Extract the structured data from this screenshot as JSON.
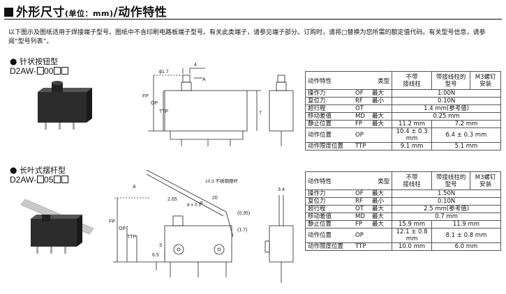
{
  "header": {
    "title_main": "外形尺寸",
    "title_unit": "(单位：mm)",
    "title_rest": "/动作特性",
    "intro": "以下图示及图纸适用于焊接端子型号。图纸中不含印刷电路板端子型号。有关此类端子，请参见端子部分。订购时，请将□替换为您所需的额定值代码。有关型号信息，请参阅“型号列表”。"
  },
  "sections": [
    {
      "bullet": "●",
      "title": "针状按钮型",
      "model_prefix": "D2AW-",
      "model_mid": "00",
      "dims": {
        "d1": "ϕ1.7",
        "d2": "4",
        "a": "A",
        "fp": "FP",
        "op": "OP",
        "ttp": "TTP",
        "seven": "7"
      },
      "table": {
        "head_char": "动作特性",
        "head_type": "类型",
        "col1": [
          "不带",
          "接线柱"
        ],
        "col2": [
          "带接线柱的",
          "型号"
        ],
        "col3": [
          "M3螺钉",
          "安装"
        ],
        "groups": [
          {
            "rows": [
              {
                "k": "操作力",
                "a": "OF",
                "u": "最大"
              },
              {
                "k": "复位力",
                "a": "RF",
                "u": "最小"
              }
            ],
            "merged": [
              "1.00N",
              "0.10N"
            ]
          },
          {
            "rows": [
              {
                "k": "超行程",
                "a": "OT",
                "u": ""
              },
              {
                "k": "移动差值",
                "a": "MD",
                "u": "最大"
              }
            ],
            "merged": [
              "1.4 mm(参考值)",
              "0.25 mm"
            ]
          },
          {
            "rows": [
              {
                "k": "静止位置",
                "a": "FP",
                "u": "最大"
              },
              {
                "k": "动作位置",
                "a": "OP",
                "u": ""
              },
              {
                "k": "动作限度位置",
                "a": "TTP",
                "u": ""
              }
            ],
            "c1": [
              "11.2 mm",
              "10.4 ± 0.3 mm",
              "9.1 mm"
            ],
            "c23": [
              "7.2 mm",
              "6.4 ± 0.3 mm",
              "5.1 mm"
            ]
          }
        ]
      }
    },
    {
      "bullet": "●",
      "title": "长叶式摆杆型",
      "model_prefix": "D2AW-",
      "model_mid": "05",
      "dims": {
        "lever": "10.3 不锈钢摆杆",
        "l20": "20",
        "r": "R",
        "a": "A",
        "d265": "2.65",
        "d8": "8 ± 0.1",
        "d035": "(0.35)",
        "d17": "(1.7)",
        "fp": "FP",
        "op": "OP",
        "ttp": "TTP",
        "d3": "3",
        "d65": "6.5",
        "d34": "3.4"
      },
      "table": {
        "head_char": "动作特性",
        "head_type": "类型",
        "col1": [
          "不带",
          "接线柱"
        ],
        "col2": [
          "带接线柱的",
          "型号"
        ],
        "col3": [
          "M3螺钉",
          "安装"
        ],
        "groups": [
          {
            "rows": [
              {
                "k": "操作力",
                "a": "OF",
                "u": "最大"
              },
              {
                "k": "复位力",
                "a": "RF",
                "u": "最小"
              }
            ],
            "merged": [
              "1.50N",
              "0.10N"
            ]
          },
          {
            "rows": [
              {
                "k": "超行程",
                "a": "OT",
                "u": "最大"
              },
              {
                "k": "移动差值",
                "a": "MD",
                "u": "最大"
              }
            ],
            "merged": [
              "2.5 mm(参考值)",
              "0.7 mm"
            ]
          },
          {
            "rows": [
              {
                "k": "静止位置",
                "a": "FP",
                "u": "最大"
              },
              {
                "k": "动作位置",
                "a": "OP",
                "u": ""
              },
              {
                "k": "动作限度位置",
                "a": "TTP",
                "u": ""
              }
            ],
            "c1": [
              "15.9 mm",
              "12.1 ± 0.8 mm",
              "10.0 mm"
            ],
            "c23": [
              "11.9 mm",
              "8.1 ± 0.8 mm",
              "6.0 mm"
            ]
          }
        ]
      }
    }
  ]
}
